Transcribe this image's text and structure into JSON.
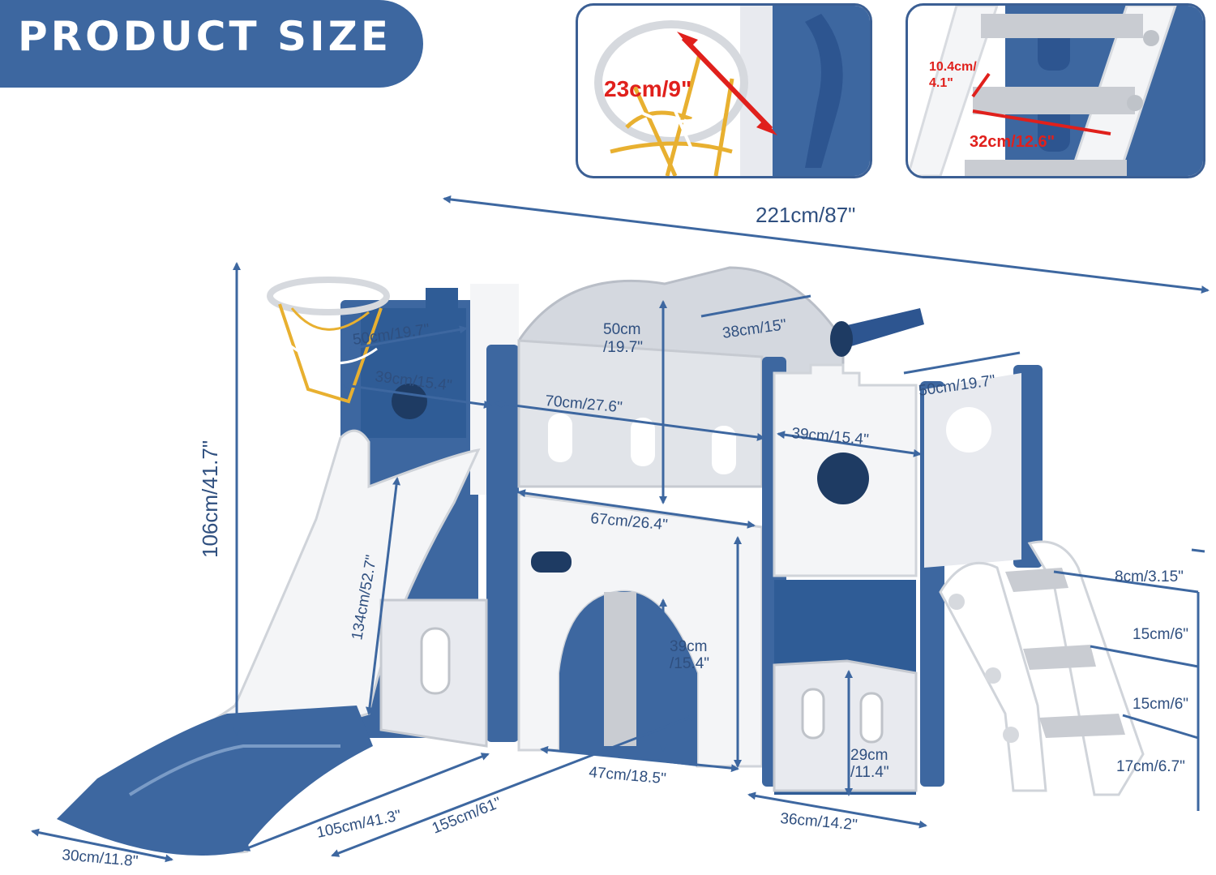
{
  "header": {
    "title": "PRODUCT SIZE"
  },
  "insets": {
    "hoop_diameter": "23cm/9\"",
    "step_height_cm": "10.4cm/",
    "step_height_in": "4.1\"",
    "step_width": "32cm/12.6\""
  },
  "dimensions": {
    "total_length": "221cm/87\"",
    "total_height": "106cm/41.7\"",
    "left_tower_top_depth": "50cm/19.7\"",
    "left_tower_width": "39cm/15.4\"",
    "roof_height_cm": "50cm",
    "roof_height_in": "/19.7\"",
    "roof_top": "38cm/15\"",
    "bridge_length": "70cm/27.6\"",
    "right_tower_top_depth": "50cm/19.7\"",
    "right_tower_width": "39cm/15.4\"",
    "bridge_floor": "67cm/26.4\"",
    "slide_length": "134cm/52.7\"",
    "tunnel_height_cm": "39cm",
    "tunnel_height_in": "/15.4\"",
    "crawl_height_cm": "29cm",
    "crawl_height_in": "/11.4\"",
    "step_top": "8cm/3.15\"",
    "step_2": "15cm/6\"",
    "step_3": "15cm/6\"",
    "step_bottom": "17cm/6.7\"",
    "tunnel_depth": "47cm/18.5\"",
    "right_base_depth": "36cm/14.2\"",
    "slide_run": "105cm/41.3\"",
    "total_depth": "155cm/61\"",
    "slide_width": "30cm/11.8\""
  },
  "colors": {
    "brand_blue": "#3d67a0",
    "dim_blue": "#2f4f7f",
    "red": "#e0201c",
    "net_yellow": "#e8b030"
  }
}
